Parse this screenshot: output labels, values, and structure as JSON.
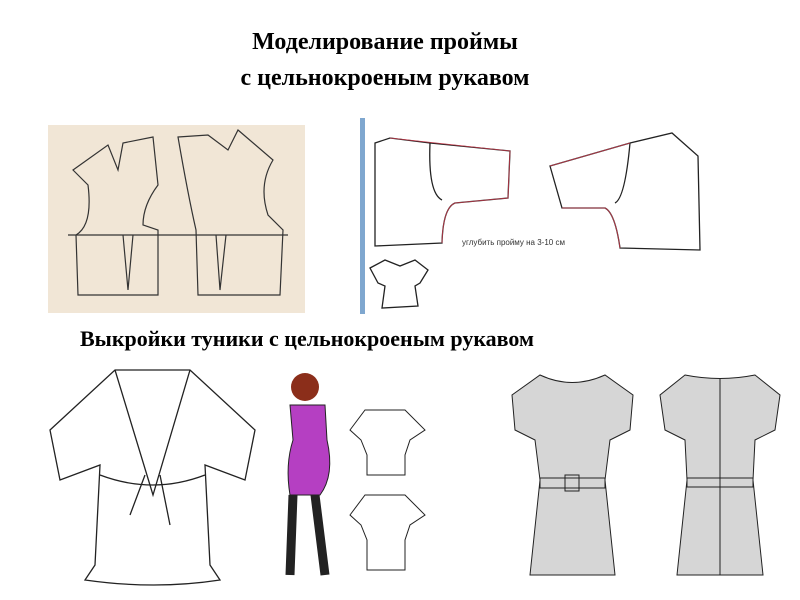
{
  "slide": {
    "title_line1": "Моделирование проймы",
    "title_line2": "с цельнокроеным рукавом",
    "subtitle": "Выкройки туники с цельнокроеным рукавом",
    "pattern_note": "углубить пройму на 3-10 см"
  },
  "colors": {
    "pattern_bg": "#f1e6d6",
    "dress_gray": "#d6d6d6",
    "model_purple": "#b53fc2",
    "sidebar_blue": "#7fa7cf"
  }
}
